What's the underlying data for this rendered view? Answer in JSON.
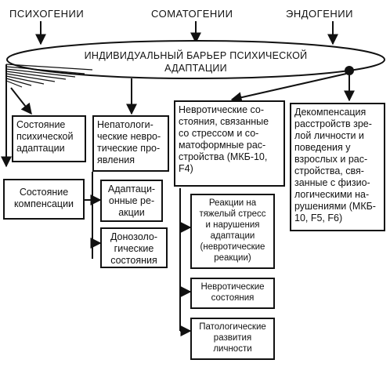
{
  "top_factors": [
    "ПСИХОГЕНИИ",
    "СОМАТОГЕНИИ",
    "ЭНДОГЕНИИ"
  ],
  "barrier": {
    "line1": "ИНДИВИДУАЛЬНЫЙ БАРЬЕР ПСИХИЧЕСКОЙ",
    "line2": "АДАПТАЦИИ"
  },
  "boxes": {
    "adaptation_state": [
      "Состояние",
      "психической",
      "адаптации"
    ],
    "compensation_state": [
      "Состояние",
      "компенсации"
    ],
    "nonpathological": [
      "Непатологи-",
      "ческие невро-",
      "тические про-",
      "явления"
    ],
    "adaptive_reactions": [
      "Адаптаци-",
      "онные ре-",
      "акции"
    ],
    "prenosological": [
      "Донозоло-",
      "гические",
      "состояния"
    ],
    "neurotic_disorders": [
      "Невротические со-",
      "стояния, связанные",
      "со стрессом и со-",
      "матоформные рас-",
      "стройства (МКБ-10,",
      "F4)"
    ],
    "stress_reactions": [
      "Реакции на",
      "тяжелый стресс",
      "и нарушения",
      "адаптации",
      "(невротические",
      "реакции)"
    ],
    "neurotic_states": [
      "Невротические",
      "состояния"
    ],
    "pathological_development": [
      "Патологические",
      "развития",
      "личности"
    ],
    "decompensation": [
      "Декомпенсация",
      "расстройств зре-",
      "лой личности и",
      "поведения у",
      "взрослых и рас-",
      "стройства, свя-",
      "занные с физио-",
      "логическими на-",
      "рушениями (МКБ-",
      "10, F5, F6)"
    ]
  }
}
